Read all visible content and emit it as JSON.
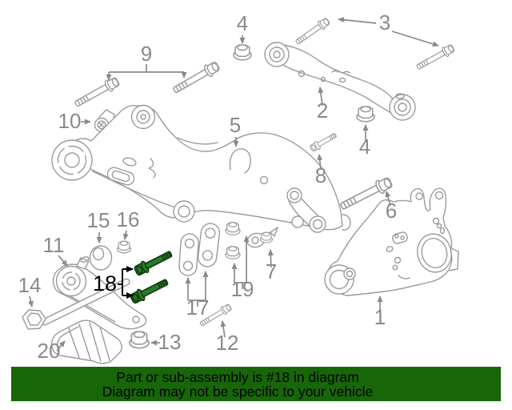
{
  "diagram": {
    "line_color": "#9b9b9b",
    "label_color": "#8a8a8a",
    "highlight_color": "#2c782c",
    "highlight_outline": "#0c3c0c",
    "callouts": {
      "n1": "1",
      "n2": "2",
      "n3": "3",
      "n4_top": "4",
      "n4_right": "4",
      "n5": "5",
      "n6": "6",
      "n7": "7",
      "n8": "8",
      "n9": "9",
      "n10": "10",
      "n11": "11",
      "n12": "12",
      "n13": "13",
      "n14": "14",
      "n15": "15",
      "n16": "16",
      "n17": "17",
      "n18": "18",
      "n19": "19",
      "n20": "20"
    }
  },
  "banner": {
    "line1": "Part or sub-assembly is #18 in diagram",
    "line2": "Diagram may not be specific to your vehicle",
    "bg_color": "#176708",
    "text_color": "#000000"
  }
}
